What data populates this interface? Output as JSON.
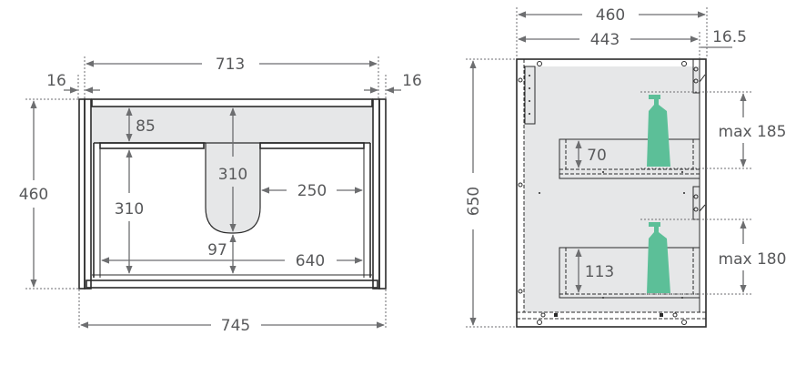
{
  "front_view": {
    "overall_width": "745",
    "inner_width": "713",
    "side_left": "16",
    "side_right": "16",
    "height": "460",
    "top_rail": "85",
    "cutout_depth": "310",
    "drawer_height": "310",
    "cutout_to_side": "250",
    "cutout_to_bottom": "97",
    "drawer_inner_width": "640"
  },
  "side_view": {
    "overall_depth": "460",
    "inner_depth": "443",
    "door_thickness": "16.5",
    "height": "650",
    "upper_drawer_height": "70",
    "upper_max_bottle": "max 185",
    "lower_drawer_height": "113",
    "lower_max_bottle": "max 180"
  },
  "colors": {
    "bottle": "#5cbf98",
    "panel": "#e6e7e8",
    "line": "#2b2b2b",
    "dimension": "#58595b"
  }
}
